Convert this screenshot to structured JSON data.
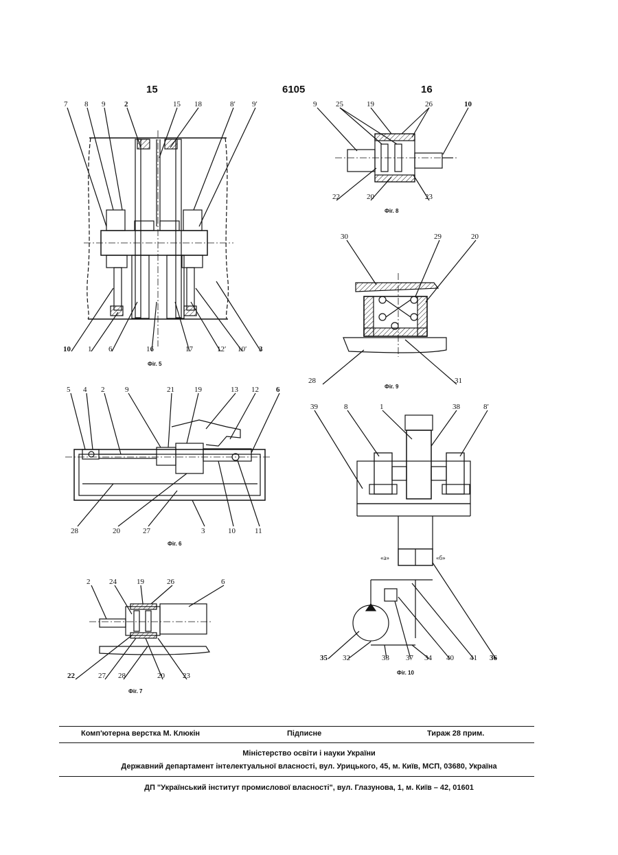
{
  "header": {
    "page_left": "15",
    "patent_no": "6105",
    "page_right": "16"
  },
  "figures": {
    "fig5": {
      "caption": "Фіг. 5",
      "top_labels": [
        "7",
        "8",
        "9",
        "2",
        "15",
        "18",
        "8′",
        "9′"
      ],
      "bottom_labels": [
        "10",
        "1",
        "6",
        "16",
        "17",
        "12′",
        "10′",
        "3"
      ]
    },
    "fig6": {
      "caption": "Фіг. 6",
      "top_labels": [
        "5",
        "4",
        "2",
        "9",
        "21",
        "19",
        "13",
        "12",
        "6"
      ],
      "bottom_labels": [
        "28",
        "20",
        "27",
        "3",
        "10",
        "11"
      ]
    },
    "fig7": {
      "caption": "Фіг. 7",
      "top_labels": [
        "2",
        "24",
        "19",
        "26",
        "6"
      ],
      "bottom_labels": [
        "22",
        "27",
        "28",
        "20",
        "23"
      ]
    },
    "fig8": {
      "caption": "Фіг. 8",
      "top_labels": [
        "9",
        "25",
        "19",
        "26",
        "10"
      ],
      "bottom_labels": [
        "22",
        "20",
        "23"
      ]
    },
    "fig9": {
      "caption": "Фіг. 9",
      "top_labels": [
        "30",
        "29",
        "20"
      ],
      "bottom_labels": [
        "28",
        "31"
      ]
    },
    "fig10": {
      "caption": "Фіг. 10",
      "top_labels": [
        "39",
        "8",
        "1",
        "38",
        "8′"
      ],
      "valve_labels": [
        "«а»",
        "«б»"
      ],
      "bottom_labels": [
        "35",
        "32",
        "33",
        "37",
        "34",
        "40",
        "41",
        "36"
      ]
    }
  },
  "footer": {
    "typesetting": "Комп'ютерна верстка М. Клюкін",
    "signed": "Підписне",
    "circulation": "Тираж 28 прим.",
    "ministry": "Міністерство освіти і науки України",
    "department": "Державний департамент інтелектуальної власності, вул. Урицького, 45, м. Київ, МСП, 03680, Україна",
    "institute": "ДП \"Український інститут промислової власності\", вул. Глазунова, 1, м. Київ – 42, 01601"
  }
}
